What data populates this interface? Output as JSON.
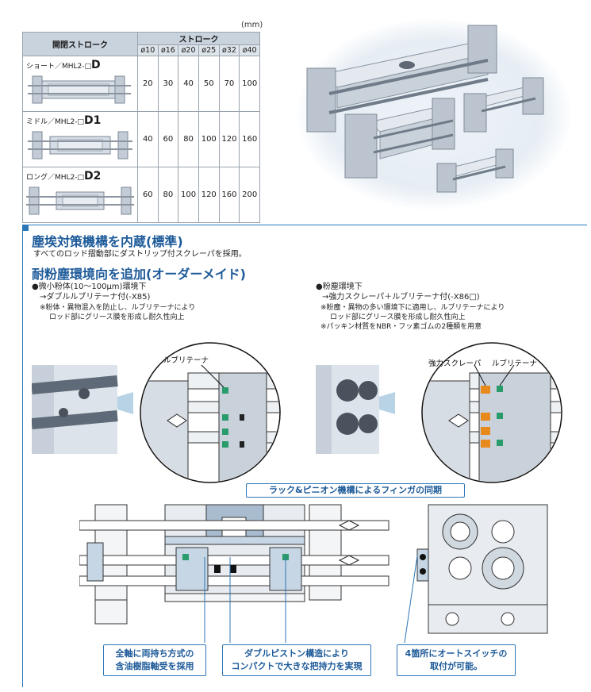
{
  "table": {
    "unit": "(mm)",
    "header_model": "開閉ストローク",
    "header_stroke": "ストローク",
    "bores": [
      "ø10",
      "ø16",
      "ø20",
      "ø25",
      "ø32",
      "ø40"
    ],
    "rows": [
      {
        "label_prefix": "ショート／MHL2-□",
        "label_suffix": "D",
        "values": [
          "20",
          "30",
          "40",
          "50",
          "70",
          "100"
        ]
      },
      {
        "label_prefix": "ミドル／MHL2-□",
        "label_suffix": "D1",
        "values": [
          "40",
          "60",
          "80",
          "100",
          "120",
          "160"
        ]
      },
      {
        "label_prefix": "ロング／MHL2-□",
        "label_suffix": "D2",
        "values": [
          "60",
          "80",
          "100",
          "120",
          "160",
          "200"
        ]
      }
    ]
  },
  "section1": {
    "title": "塵埃対策機構を内蔵(標準)",
    "desc": "すべてのロッド摺動部にダストリップ付スクレーパを採用。"
  },
  "section2": {
    "title": "耐粉塵環境向を追加(オーダーメイド)",
    "left": {
      "bullet": "●微小粉体(10～100μm)環境下",
      "arrow": "→ダブルルブリテーナ付(-X85)",
      "note1": "※粉体・異物混入を防止し、ルブリテーナにより",
      "note2": "ロッド部にグリース膜を形成し耐久性向上",
      "label": "ルブリテーナ"
    },
    "right": {
      "bullet": "●粉塵環境下",
      "arrow": "→強力スクレーパ＋ルブリテーナ付(-X86□)",
      "note1": "※粉塵・異物の多い環境下に適用し、ルブリテーナにより",
      "note2": "ロッド部にグリース膜を形成し耐久性向上",
      "note3": "※パッキン材質をNBR・フッ素ゴムの2種類を用意",
      "label_a": "強力スクレーパ",
      "label_b": "ルブリテーナ"
    }
  },
  "callouts": {
    "rack": "ラック&ピニオン機構によるフィンガの同期",
    "bearing_1": "全軸に両持ち方式の",
    "bearing_2": "含油樹脂軸受を採用",
    "piston_1": "ダブルピストン構造により",
    "piston_2": "コンパクトで大きな把持力を実現",
    "switch_1": "4箇所にオートスイッチの",
    "switch_2": "取付が可能。"
  },
  "colors": {
    "accent": "#2c76b7",
    "title": "#1d5a99",
    "metal": "#d9dfe6",
    "body": "#c4ccd5",
    "seal_orange": "#e8891c"
  }
}
